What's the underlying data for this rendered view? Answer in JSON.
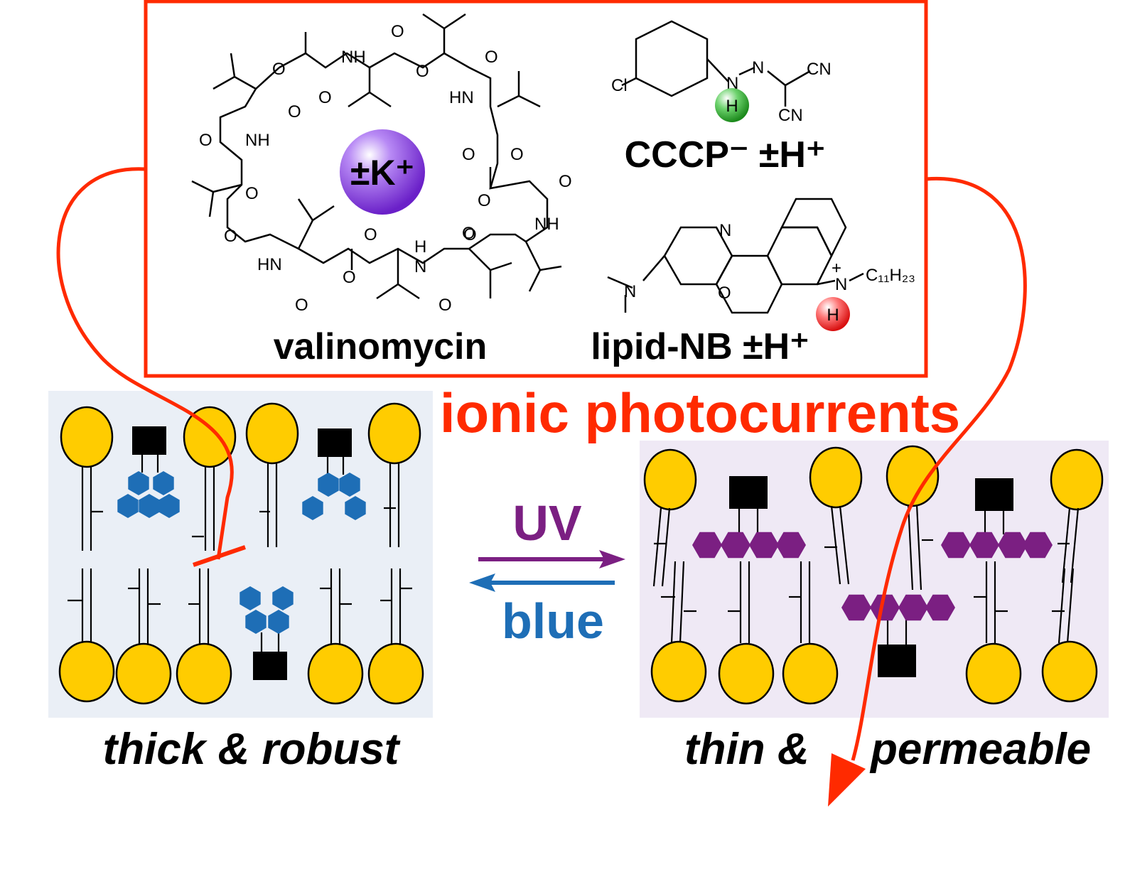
{
  "molecules": {
    "valinomycin": "valinomycin",
    "k_ion": "±K⁺",
    "cccp": "CCCP⁻ ±H⁺",
    "lipid_nb": "lipid-NB ±H⁺",
    "atoms": {
      "O": "O",
      "NH": "NH",
      "HN": "HN",
      "N": "N",
      "H": "H",
      "Cl": "Cl",
      "CN": "CN",
      "C11H23": "C₁₁H₂₃",
      "plus": "+"
    }
  },
  "ionic_photocurrents": "ionic photocurrents",
  "switch": {
    "uv": "UV",
    "blue": "blue"
  },
  "membranes": {
    "left_caption": "thick & robust",
    "right_caption_1": "thin &",
    "right_caption_2": "permeable"
  },
  "colors": {
    "red": "#ff2a00",
    "gold": "#ffcc00",
    "blue": "#1e6eb6",
    "purple": "#7b1f82",
    "k_sphere": "#8a3be0",
    "green_h": "#2ea52e",
    "red_h": "#ff3b3b",
    "left_bg": "#eaeff6",
    "right_bg": "#efe9f5"
  }
}
